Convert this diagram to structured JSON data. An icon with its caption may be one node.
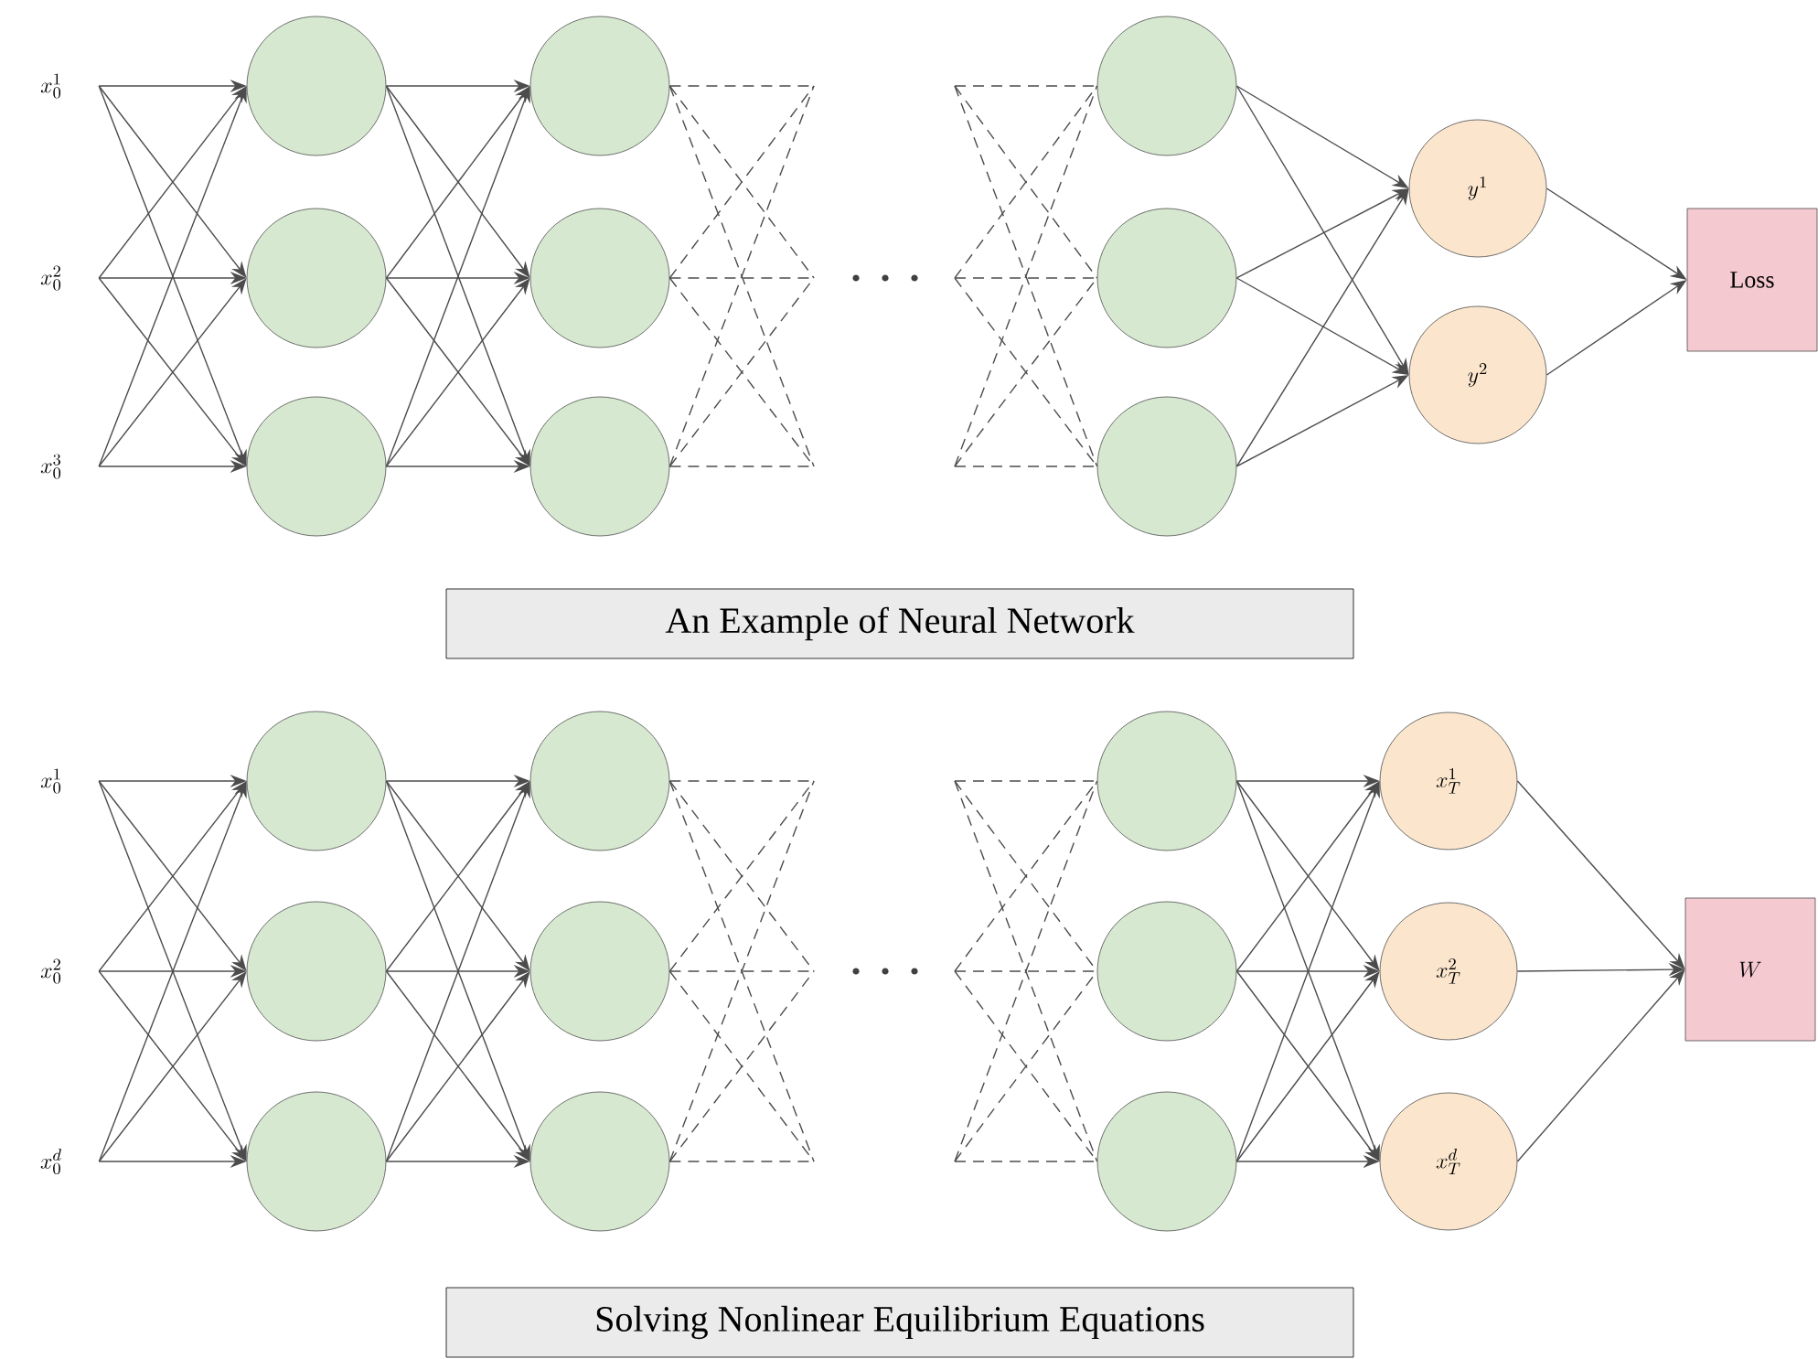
{
  "diagram": {
    "nodes": [
      {
        "text": [
          "x_0^1"
        ]
      },
      {
        "text": [
          "x_0^2"
        ]
      },
      {
        "text": [
          "x_0^3"
        ]
      },
      {
        "text": [],
        "shape": "circle"
      },
      {
        "text": [],
        "shape": "circle"
      },
      {
        "text": [],
        "shape": "circle"
      },
      {
        "text": [],
        "shape": "circle"
      },
      {
        "text": [],
        "shape": "circle"
      },
      {
        "text": [],
        "shape": "circle"
      },
      {
        "text": [],
        "shape": "circle"
      },
      {
        "text": [],
        "shape": "circle"
      },
      {
        "text": [],
        "shape": "circle"
      },
      {
        "text": [
          "y^1"
        ]
      },
      {
        "text": [
          "y^2"
        ]
      },
      {
        "text": [
          "Loss"
        ]
      },
      {
        "text": [
          "An Example of Neural Network"
        ]
      },
      {
        "text": [
          "x_0^1"
        ]
      },
      {
        "text": [
          "x_0^2"
        ]
      },
      {
        "text": [
          "x_0^d"
        ]
      },
      {
        "text": [],
        "shape": "circle"
      },
      {
        "text": [],
        "shape": "circle"
      },
      {
        "text": [],
        "shape": "circle"
      },
      {
        "text": [],
        "shape": "circle"
      },
      {
        "text": [],
        "shape": "circle"
      },
      {
        "text": [],
        "shape": "circle"
      },
      {
        "text": [],
        "shape": "circle"
      },
      {
        "text": [],
        "shape": "circle"
      },
      {
        "text": [],
        "shape": "circle"
      },
      {
        "text": [
          "x_T^1"
        ]
      },
      {
        "text": [
          "x_T^2"
        ]
      },
      {
        "text": [
          "x_T^d"
        ]
      },
      {
        "text": [
          "W"
        ]
      },
      {
        "text": [
          "Solving Nonlinear Equilibrium Equations"
        ]
      }
    ],
    "edges": [
      {
        "from": 0,
        "to": 3,
        "arrow": "to"
      },
      {
        "from": 0,
        "to": 4,
        "arrow": "to"
      },
      {
        "from": 0,
        "to": 5,
        "arrow": "to"
      },
      {
        "from": 1,
        "to": 3,
        "arrow": "to"
      },
      {
        "from": 1,
        "to": 4,
        "arrow": "to"
      },
      {
        "from": 1,
        "to": 5,
        "arrow": "to"
      },
      {
        "from": 2,
        "to": 3,
        "arrow": "to"
      },
      {
        "from": 2,
        "to": 4,
        "arrow": "to"
      },
      {
        "from": 2,
        "to": 5,
        "arrow": "to"
      },
      {
        "from": 3,
        "to": 6,
        "arrow": "to"
      },
      {
        "from": 3,
        "to": 7,
        "arrow": "to"
      },
      {
        "from": 3,
        "to": 8,
        "arrow": "to"
      },
      {
        "from": 4,
        "to": 6,
        "arrow": "to"
      },
      {
        "from": 4,
        "to": 7,
        "arrow": "to"
      },
      {
        "from": 4,
        "to": 8,
        "arrow": "to"
      },
      {
        "from": 5,
        "to": 6,
        "arrow": "to"
      },
      {
        "from": 5,
        "to": 7,
        "arrow": "to"
      },
      {
        "from": 5,
        "to": 8,
        "arrow": "to"
      },
      {
        "from": 6,
        "to": null,
        "arrow": "none",
        "style": "dashed"
      },
      {
        "from": 6,
        "to": null,
        "arrow": "none",
        "style": "dashed"
      },
      {
        "from": 6,
        "to": null,
        "arrow": "none",
        "style": "dashed"
      },
      {
        "from": 7,
        "to": null,
        "arrow": "none",
        "style": "dashed"
      },
      {
        "from": 7,
        "to": null,
        "arrow": "none",
        "style": "dashed"
      },
      {
        "from": 7,
        "to": null,
        "arrow": "none",
        "style": "dashed"
      },
      {
        "from": 8,
        "to": null,
        "arrow": "none",
        "style": "dashed"
      },
      {
        "from": 8,
        "to": null,
        "arrow": "none",
        "style": "dashed"
      },
      {
        "from": 8,
        "to": null,
        "arrow": "none",
        "style": "dashed"
      },
      {
        "from": null,
        "to": 9,
        "arrow": "none",
        "style": "dashed"
      },
      {
        "from": null,
        "to": 9,
        "arrow": "none",
        "style": "dashed"
      },
      {
        "from": null,
        "to": 9,
        "arrow": "none",
        "style": "dashed"
      },
      {
        "from": null,
        "to": 10,
        "arrow": "none",
        "style": "dashed"
      },
      {
        "from": null,
        "to": 10,
        "arrow": "none",
        "style": "dashed"
      },
      {
        "from": null,
        "to": 10,
        "arrow": "none",
        "style": "dashed"
      },
      {
        "from": null,
        "to": 11,
        "arrow": "none",
        "style": "dashed"
      },
      {
        "from": null,
        "to": 11,
        "arrow": "none",
        "style": "dashed"
      },
      {
        "from": null,
        "to": 11,
        "arrow": "none",
        "style": "dashed"
      },
      {
        "from": 9,
        "to": 12,
        "arrow": "to"
      },
      {
        "from": 9,
        "to": 13,
        "arrow": "to"
      },
      {
        "from": 10,
        "to": 12,
        "arrow": "to"
      },
      {
        "from": 10,
        "to": 13,
        "arrow": "to"
      },
      {
        "from": 11,
        "to": 12,
        "arrow": "to"
      },
      {
        "from": 11,
        "to": 13,
        "arrow": "to"
      },
      {
        "from": 12,
        "to": 14,
        "arrow": "to"
      },
      {
        "from": 13,
        "to": 14,
        "arrow": "to"
      },
      {
        "from": 16,
        "to": 19,
        "arrow": "to"
      },
      {
        "from": 16,
        "to": 20,
        "arrow": "to"
      },
      {
        "from": 16,
        "to": 21,
        "arrow": "to"
      },
      {
        "from": 17,
        "to": 19,
        "arrow": "to"
      },
      {
        "from": 17,
        "to": 20,
        "arrow": "to"
      },
      {
        "from": 17,
        "to": 21,
        "arrow": "to"
      },
      {
        "from": 18,
        "to": 19,
        "arrow": "to"
      },
      {
        "from": 18,
        "to": 20,
        "arrow": "to"
      },
      {
        "from": 18,
        "to": 21,
        "arrow": "to"
      },
      {
        "from": 19,
        "to": 22,
        "arrow": "to"
      },
      {
        "from": 19,
        "to": 23,
        "arrow": "to"
      },
      {
        "from": 19,
        "to": 24,
        "arrow": "to"
      },
      {
        "from": 20,
        "to": 22,
        "arrow": "to"
      },
      {
        "from": 20,
        "to": 23,
        "arrow": "to"
      },
      {
        "from": 20,
        "to": 24,
        "arrow": "to"
      },
      {
        "from": 21,
        "to": 22,
        "arrow": "to"
      },
      {
        "from": 21,
        "to": 23,
        "arrow": "to"
      },
      {
        "from": 21,
        "to": 24,
        "arrow": "to"
      },
      {
        "from": 22,
        "to": null,
        "arrow": "none",
        "style": "dashed"
      },
      {
        "from": 22,
        "to": null,
        "arrow": "none",
        "style": "dashed"
      },
      {
        "from": 22,
        "to": null,
        "arrow": "none",
        "style": "dashed"
      },
      {
        "from": 23,
        "to": null,
        "arrow": "none",
        "style": "dashed"
      },
      {
        "from": 23,
        "to": null,
        "arrow": "none",
        "style": "dashed"
      },
      {
        "from": 23,
        "to": null,
        "arrow": "none",
        "style": "dashed"
      },
      {
        "from": 24,
        "to": null,
        "arrow": "none",
        "style": "dashed"
      },
      {
        "from": 24,
        "to": null,
        "arrow": "none",
        "style": "dashed"
      },
      {
        "from": 24,
        "to": null,
        "arrow": "none",
        "style": "dashed"
      },
      {
        "from": null,
        "to": 25,
        "arrow": "none",
        "style": "dashed"
      },
      {
        "from": null,
        "to": 25,
        "arrow": "none",
        "style": "dashed"
      },
      {
        "from": null,
        "to": 25,
        "arrow": "none",
        "style": "dashed"
      },
      {
        "from": null,
        "to": 26,
        "arrow": "none",
        "style": "dashed"
      },
      {
        "from": null,
        "to": 26,
        "arrow": "none",
        "style": "dashed"
      },
      {
        "from": null,
        "to": 26,
        "arrow": "none",
        "style": "dashed"
      },
      {
        "from": null,
        "to": 27,
        "arrow": "none",
        "style": "dashed"
      },
      {
        "from": null,
        "to": 27,
        "arrow": "none",
        "style": "dashed"
      },
      {
        "from": null,
        "to": 27,
        "arrow": "none",
        "style": "dashed"
      },
      {
        "from": 25,
        "to": 28,
        "arrow": "to"
      },
      {
        "from": 25,
        "to": 29,
        "arrow": "to"
      },
      {
        "from": 25,
        "to": 30,
        "arrow": "to"
      },
      {
        "from": 26,
        "to": 28,
        "arrow": "to"
      },
      {
        "from": 26,
        "to": 29,
        "arrow": "to"
      },
      {
        "from": 26,
        "to": 30,
        "arrow": "to"
      },
      {
        "from": 27,
        "to": 28,
        "arrow": "to"
      },
      {
        "from": 27,
        "to": 29,
        "arrow": "to"
      },
      {
        "from": 27,
        "to": 30,
        "arrow": "to"
      },
      {
        "from": 28,
        "to": 31,
        "arrow": "to"
      },
      {
        "from": 29,
        "to": 31,
        "arrow": "to"
      },
      {
        "from": 30,
        "to": 31,
        "arrow": "to"
      }
    ]
  }
}
